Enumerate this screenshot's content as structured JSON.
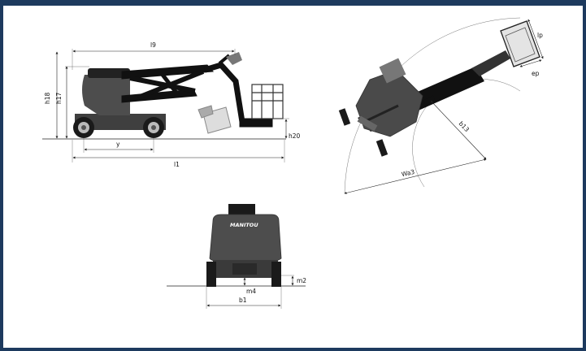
{
  "colors": {
    "frame": "#1d3a5e",
    "body": "#4a4a4a",
    "boom": "#111111",
    "wheel": "#1a1a1a"
  },
  "side_view": {
    "labels": {
      "l9": "l9",
      "h18": "h18",
      "h17": "h17",
      "h20": "h20",
      "y": "y",
      "l1": "l1"
    }
  },
  "top_view": {
    "labels": {
      "lp": "lp",
      "ep": "ep",
      "b13": "b13",
      "wa3": "Wa3"
    }
  },
  "rear_view": {
    "brand": "MANITOU",
    "labels": {
      "m2": "m2",
      "m4": "m4",
      "b1": "b1"
    }
  }
}
